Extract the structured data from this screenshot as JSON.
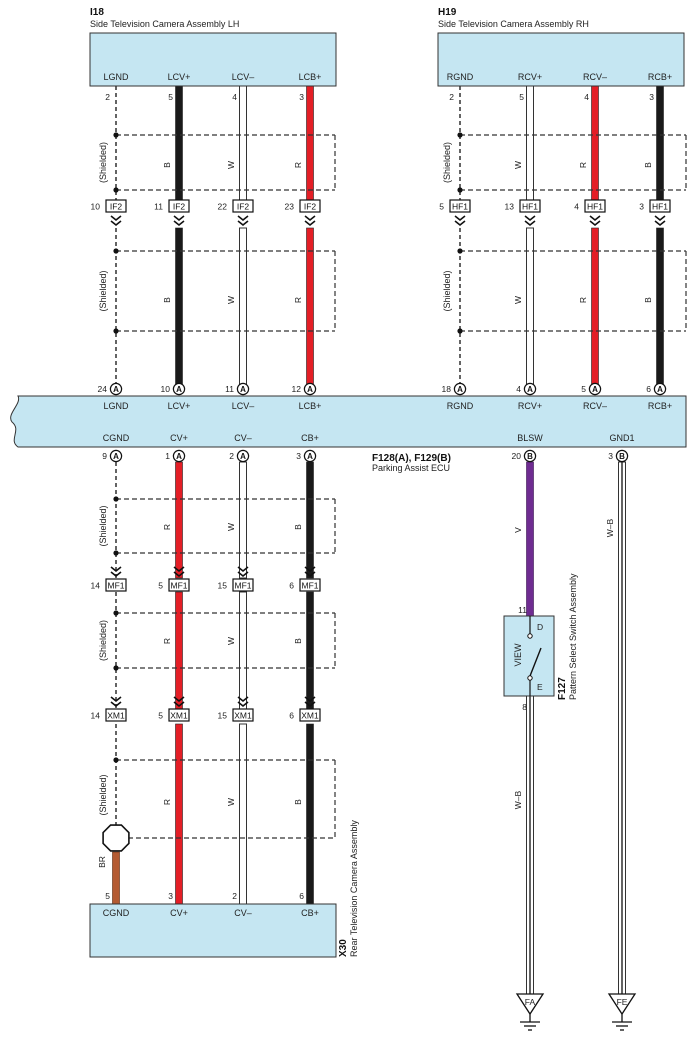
{
  "lh": {
    "id": "I18",
    "name": "Side Television Camera Assembly LH",
    "terminals": [
      {
        "label": "LGND",
        "pin": "2"
      },
      {
        "label": "LCV+",
        "pin": "5"
      },
      {
        "label": "LCV–",
        "pin": "4"
      },
      {
        "label": "LCB+",
        "pin": "3"
      }
    ],
    "wire_colors": [
      "B",
      "W",
      "R"
    ],
    "connector": "IF2",
    "connector_pins": [
      "10",
      "11",
      "22",
      "23"
    ],
    "ecu_pins": [
      "24",
      "10",
      "11",
      "12"
    ]
  },
  "rh": {
    "id": "H19",
    "name": "Side Television Camera Assembly RH",
    "terminals": [
      {
        "label": "RGND",
        "pin": "2"
      },
      {
        "label": "RCV+",
        "pin": "5"
      },
      {
        "label": "RCV–",
        "pin": "4"
      },
      {
        "label": "RCB+",
        "pin": "3"
      }
    ],
    "wire_colors": [
      "W",
      "R",
      "B"
    ],
    "connector": "HF1",
    "connector_pins": [
      "5",
      "13",
      "4",
      "3"
    ],
    "ecu_pins": [
      "18",
      "4",
      "5",
      "6"
    ]
  },
  "ecu": {
    "id": "F128(A), F129(B)",
    "name": "Parking Assist ECU",
    "top_labels": [
      "LGND",
      "LCV+",
      "LCV–",
      "LCB+",
      "RGND",
      "RCV+",
      "RCV–",
      "RCB+"
    ],
    "bottom_labels": [
      "CGND",
      "CV+",
      "CV–",
      "CB+",
      "BLSW",
      "GND1"
    ],
    "bottom_pins": [
      "9",
      "1",
      "2",
      "3",
      "20",
      "3"
    ],
    "bottom_conns": [
      "A",
      "A",
      "A",
      "A",
      "B",
      "B"
    ]
  },
  "shield_label": "(Shielded)",
  "rear": {
    "wire_colors": [
      "R",
      "W",
      "B"
    ],
    "conn1": "MF1",
    "conn1_pins": [
      "14",
      "5",
      "15",
      "6"
    ],
    "conn2": "XM1",
    "conn2_pins": [
      "14",
      "5",
      "15",
      "6"
    ],
    "cam_id": "X30",
    "cam_name": "Rear Television Camera Assembly",
    "terminals": [
      {
        "label": "CGND",
        "pin": "5"
      },
      {
        "label": "CV+",
        "pin": "3"
      },
      {
        "label": "CV–",
        "pin": "2"
      },
      {
        "label": "CB+",
        "pin": "6"
      }
    ],
    "drain_color": "BR"
  },
  "switch": {
    "id": "F127",
    "name": "Pattern Select Switch Assembly",
    "label": "VIEW",
    "pin_in": "11",
    "pin_out": "8",
    "contact_top": "D",
    "contact_bottom": "E",
    "wire_in_color": "V",
    "wire_out_color": "W–B"
  },
  "gnd1_color": "W–B",
  "grounds": [
    "FA",
    "FE"
  ],
  "ecu_conn_letters": {
    "a": "A",
    "b": "B"
  },
  "colors": {
    "box_fill": "#c5e6f2",
    "red": "#e41e26",
    "black": "#1a1a1a",
    "white_wire": "#ffffff",
    "violet": "#6f2c91",
    "brown": "#b45b32"
  }
}
